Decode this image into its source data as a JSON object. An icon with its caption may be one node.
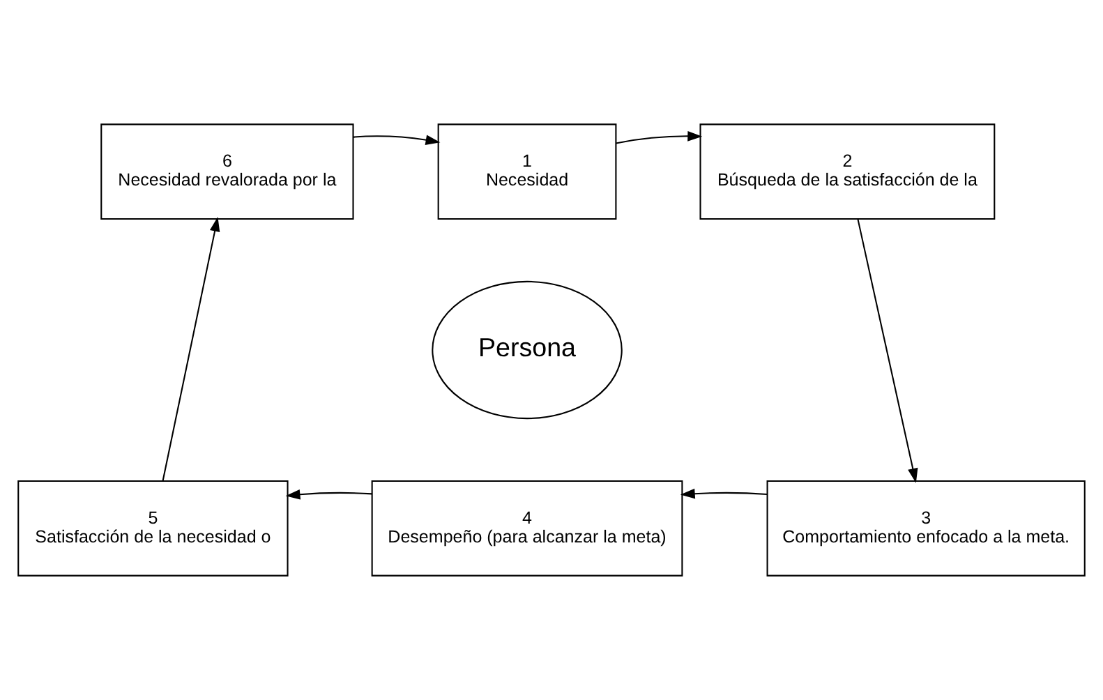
{
  "diagram": {
    "nodes": [
      {
        "text": [
          "1",
          "Necesidad"
        ]
      },
      {
        "text": [
          "2",
          "Búsqueda de la satisfacción de la"
        ]
      },
      {
        "text": [
          "3",
          "Comportamiento enfocado a la meta."
        ]
      },
      {
        "text": [
          "4",
          "Desempeño (para alcanzar la meta)"
        ]
      },
      {
        "text": [
          "5",
          "Satisfacción de la necesidad o"
        ]
      },
      {
        "text": [
          "6",
          "Necesidad revalorada por la"
        ]
      },
      {
        "text": [
          "Persona"
        ]
      }
    ],
    "edges": [
      {
        "from": 0,
        "to": 1,
        "arrow": "to"
      },
      {
        "from": 1,
        "to": 2,
        "arrow": "to"
      },
      {
        "from": 2,
        "to": 3,
        "arrow": "to"
      },
      {
        "from": 3,
        "to": 4,
        "arrow": "to"
      },
      {
        "from": 4,
        "to": 5,
        "arrow": "to"
      },
      {
        "from": 5,
        "to": 0,
        "arrow": "to"
      }
    ]
  }
}
